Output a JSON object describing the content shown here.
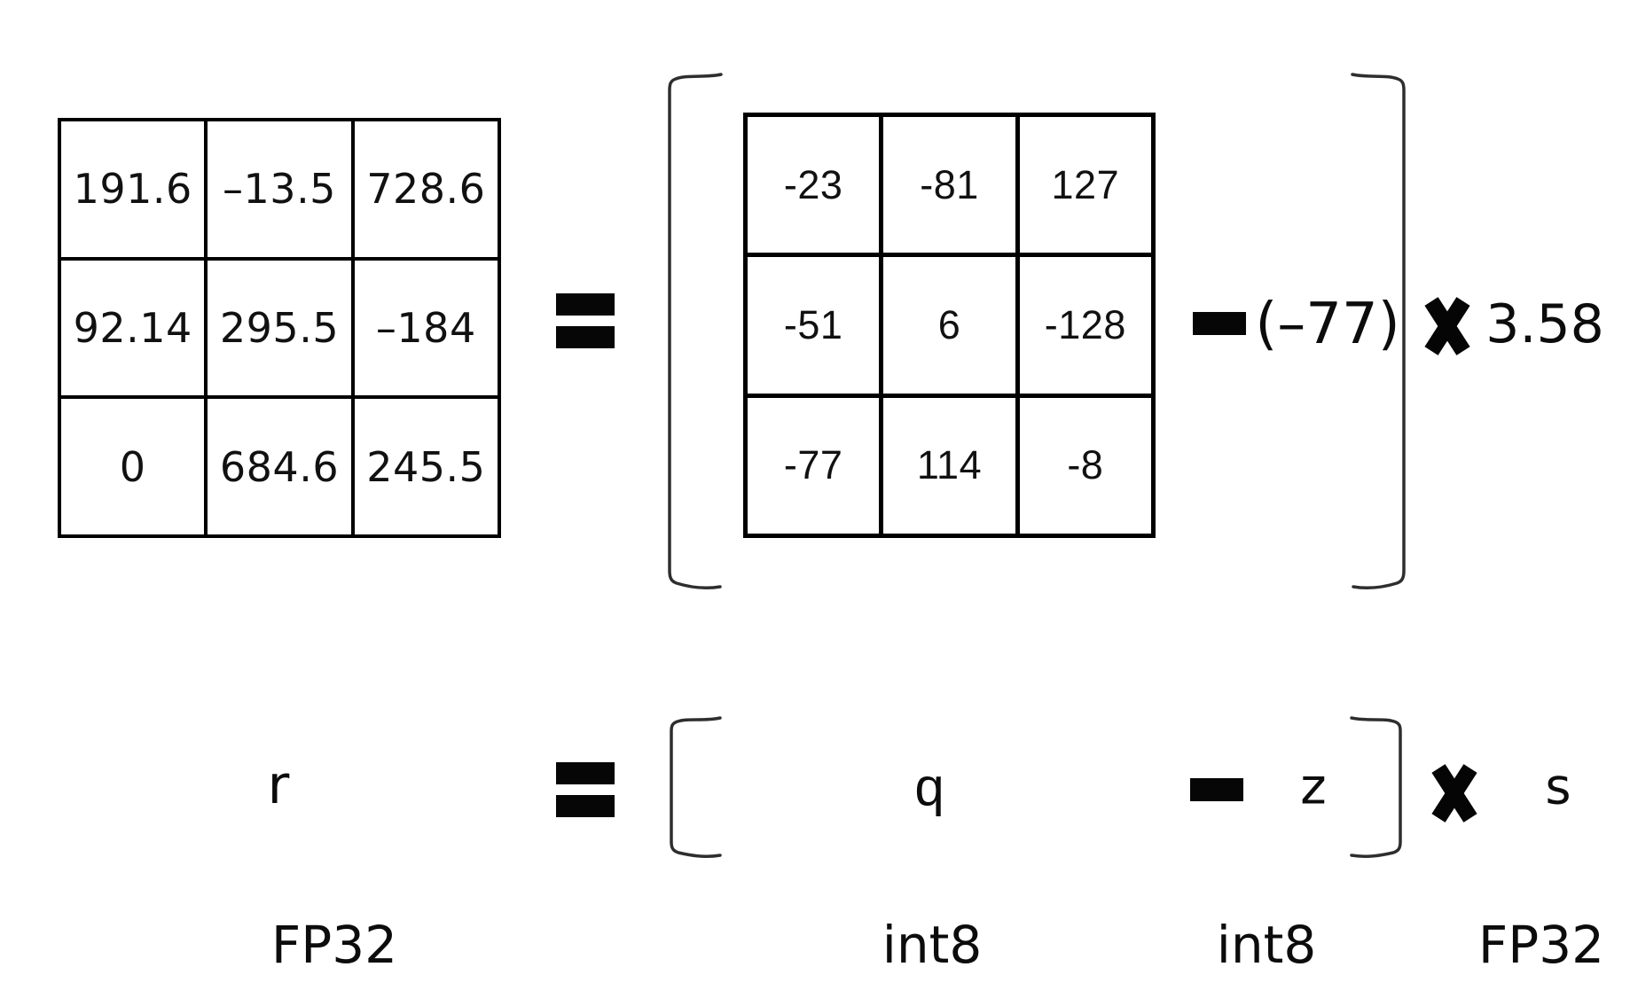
{
  "top_equation": {
    "fp32_matrix": [
      [
        "191.6",
        "–13.5",
        "728.6"
      ],
      [
        "92.14",
        "295.5",
        "–184"
      ],
      [
        "0",
        "684.6",
        "245.5"
      ]
    ],
    "int8_matrix": [
      [
        "-23",
        "-81",
        "127"
      ],
      [
        "-51",
        "6",
        "-128"
      ],
      [
        "-77",
        "114",
        "-8"
      ]
    ],
    "zero_point": "(–77)",
    "scale": "3.58"
  },
  "symbol_equation": {
    "real_value": "r",
    "quantized_value": "q",
    "zero_point": "z",
    "scale": "s"
  },
  "type_labels": {
    "r_type": "FP32",
    "q_type": "int8",
    "z_type": "int8",
    "s_type": "FP32"
  },
  "colors": {
    "ink": "#000000",
    "bracket": "#2e2e2e",
    "background": "#ffffff"
  }
}
